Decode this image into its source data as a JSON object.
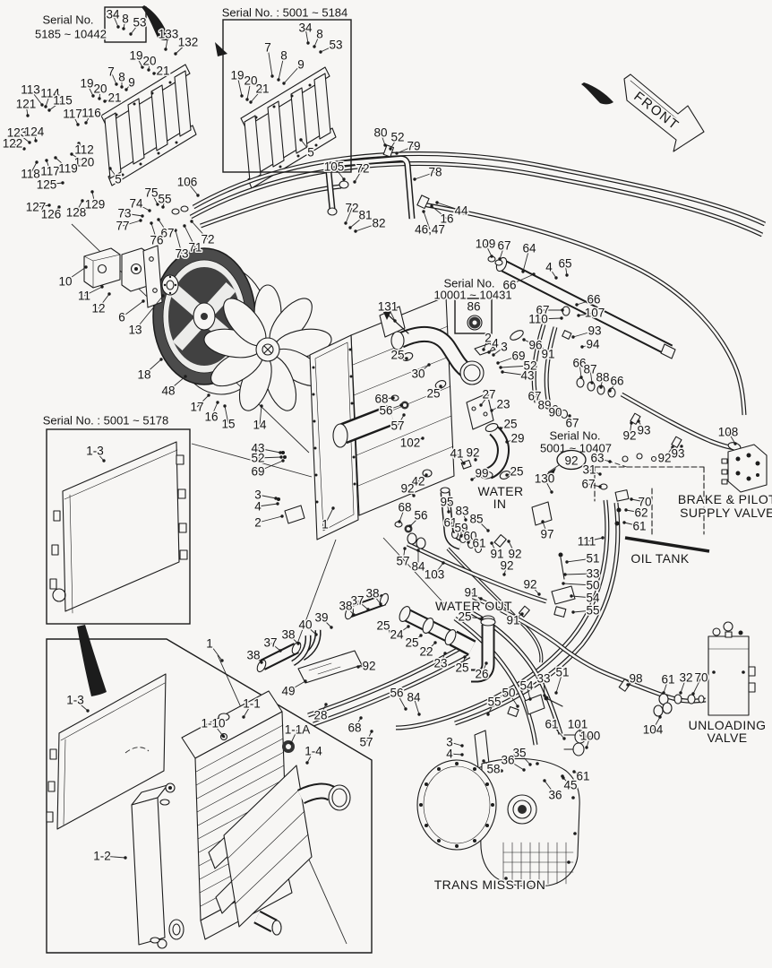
{
  "colors": {
    "paper": "#f7f6f4",
    "ink": "#1c1c1c"
  },
  "legend": "labels entries: [text, x, y, leader_x, leader_y, class, rotation]",
  "labels": [
    [
      "Serial No.",
      76,
      22,
      null,
      null,
      "ser"
    ],
    [
      "5185 ~ 10442",
      79,
      38,
      null,
      null,
      "ser"
    ],
    [
      "34",
      126,
      16,
      132,
      30
    ],
    [
      "8",
      140,
      21,
      138,
      32
    ],
    [
      "53",
      156,
      25,
      146,
      38
    ],
    [
      "133",
      188,
      38,
      185,
      55
    ],
    [
      "132",
      210,
      47,
      196,
      60
    ],
    [
      "19",
      152,
      62,
      159,
      75
    ],
    [
      "20",
      167,
      68,
      166,
      78
    ],
    [
      "21",
      182,
      79,
      172,
      82
    ],
    [
      "7",
      124,
      80,
      130,
      94
    ],
    [
      "8",
      136,
      86,
      136,
      97
    ],
    [
      "9",
      147,
      92,
      141,
      100
    ],
    [
      "19",
      97,
      93,
      104,
      107
    ],
    [
      "20",
      112,
      99,
      111,
      110
    ],
    [
      "21",
      128,
      109,
      117,
      113
    ],
    [
      "113",
      34,
      100,
      47,
      117
    ],
    [
      "114",
      56,
      104,
      51,
      119
    ],
    [
      "115",
      70,
      112,
      55,
      123
    ],
    [
      "121",
      29,
      116,
      31,
      129
    ],
    [
      "117",
      81,
      127,
      87,
      139
    ],
    [
      "116",
      102,
      126,
      96,
      137
    ],
    [
      "123",
      19,
      148,
      33,
      159
    ],
    [
      "124",
      38,
      147,
      40,
      157
    ],
    [
      "122",
      14,
      160,
      27,
      166
    ],
    [
      "112",
      94,
      167,
      88,
      160
    ],
    [
      "120",
      94,
      181,
      80,
      172
    ],
    [
      "118",
      34,
      194,
      41,
      181
    ],
    [
      "117",
      56,
      191,
      52,
      179
    ],
    [
      "119",
      76,
      188,
      62,
      176
    ],
    [
      "125",
      52,
      206,
      70,
      204
    ],
    [
      "127",
      40,
      231,
      55,
      229
    ],
    [
      "126",
      57,
      239,
      66,
      231
    ],
    [
      "128",
      85,
      237,
      92,
      224
    ],
    [
      "129",
      106,
      228,
      103,
      214
    ],
    [
      "5",
      132,
      200,
      123,
      188
    ],
    [
      "Serial No. : 5001 ~ 5184",
      318,
      14,
      null,
      null,
      "ser"
    ],
    [
      "34",
      341,
      31,
      344,
      48
    ],
    [
      "8",
      357,
      38,
      351,
      52
    ],
    [
      "53",
      375,
      50,
      358,
      58
    ],
    [
      "7",
      299,
      53,
      304,
      85
    ],
    [
      "8",
      317,
      62,
      311,
      89
    ],
    [
      "9",
      336,
      72,
      317,
      93
    ],
    [
      "19",
      265,
      84,
      270,
      107
    ],
    [
      "20",
      280,
      90,
      276,
      111
    ],
    [
      "21",
      293,
      99,
      280,
      114
    ],
    [
      "5",
      347,
      170,
      336,
      156
    ],
    [
      "80",
      425,
      148,
      430,
      162
    ],
    [
      "52",
      444,
      153,
      436,
      166
    ],
    [
      "79",
      462,
      163,
      443,
      171
    ],
    [
      "105",
      373,
      186,
      384,
      200
    ],
    [
      "72",
      405,
      188,
      396,
      203
    ],
    [
      "78",
      486,
      192,
      463,
      200
    ],
    [
      "72",
      393,
      232,
      386,
      249
    ],
    [
      "81",
      408,
      240,
      391,
      254
    ],
    [
      "82",
      423,
      249,
      397,
      258
    ],
    [
      "44",
      515,
      235,
      488,
      226
    ],
    [
      "16",
      499,
      244,
      482,
      230
    ],
    [
      "46,47",
      480,
      256,
      473,
      236
    ],
    [
      "106",
      209,
      203,
      221,
      218
    ],
    [
      "75",
      169,
      215,
      176,
      228
    ],
    [
      "55",
      184,
      222,
      182,
      231
    ],
    [
      "74",
      152,
      227,
      167,
      235
    ],
    [
      "73",
      139,
      238,
      159,
      241
    ],
    [
      "77",
      137,
      252,
      157,
      246
    ],
    [
      "67",
      187,
      260,
      177,
      245
    ],
    [
      "76",
      175,
      268,
      169,
      249
    ],
    [
      "73",
      203,
      283,
      196,
      257
    ],
    [
      "71",
      218,
      276,
      206,
      252
    ],
    [
      "72",
      232,
      267,
      214,
      247
    ],
    [
      "10",
      73,
      314,
      96,
      298
    ],
    [
      "11",
      94,
      330,
      114,
      320
    ],
    [
      "12",
      110,
      344,
      122,
      328
    ],
    [
      "6",
      136,
      354,
      160,
      336
    ],
    [
      "13",
      151,
      368,
      182,
      330
    ],
    [
      "18",
      161,
      418,
      180,
      401
    ],
    [
      "48",
      188,
      436,
      207,
      420
    ],
    [
      "17",
      220,
      454,
      233,
      441
    ],
    [
      "16",
      236,
      465,
      243,
      449
    ],
    [
      "15",
      255,
      473,
      251,
      453
    ],
    [
      "14",
      290,
      474,
      292,
      453
    ],
    [
      "109",
      542,
      272,
      549,
      286
    ],
    [
      "67",
      563,
      274,
      558,
      289
    ],
    [
      "64",
      591,
      277,
      584,
      303
    ],
    [
      "4",
      613,
      298,
      621,
      310
    ],
    [
      "65",
      631,
      294,
      633,
      307
    ],
    [
      "66",
      569,
      318,
      596,
      306
    ],
    [
      "Serial No.",
      524,
      316,
      null,
      null,
      "ser"
    ],
    [
      "10001 ~ 10431",
      528,
      329,
      null,
      null,
      "ser"
    ],
    [
      "86",
      529,
      342,
      null,
      null
    ],
    [
      "67",
      606,
      346,
      628,
      346
    ],
    [
      "110",
      601,
      356,
      627,
      355
    ],
    [
      "107",
      664,
      349,
      646,
      352
    ],
    [
      "66",
      663,
      334,
      644,
      340
    ],
    [
      "93",
      664,
      369,
      640,
      376
    ],
    [
      "94",
      662,
      384,
      650,
      387
    ],
    [
      "96",
      598,
      385,
      585,
      379
    ],
    [
      "91",
      612,
      395,
      604,
      386
    ],
    [
      "2",
      545,
      377,
      540,
      390
    ],
    [
      "4",
      553,
      383,
      546,
      393
    ],
    [
      "3",
      563,
      387,
      551,
      396
    ],
    [
      "69",
      579,
      397,
      556,
      405
    ],
    [
      "52",
      592,
      408,
      559,
      410
    ],
    [
      "43",
      589,
      419,
      561,
      415
    ],
    [
      "131",
      433,
      342,
      441,
      358
    ],
    [
      "25",
      444,
      396,
      454,
      400
    ],
    [
      "30",
      467,
      417,
      479,
      407
    ],
    [
      "25",
      484,
      439,
      492,
      431
    ],
    [
      "27",
      546,
      440,
      537,
      452
    ],
    [
      "23",
      562,
      451,
      549,
      458
    ],
    [
      "25",
      570,
      473,
      559,
      478
    ],
    [
      "29",
      578,
      489,
      566,
      493
    ],
    [
      "68",
      426,
      445,
      439,
      444
    ],
    [
      "56",
      431,
      458,
      448,
      452
    ],
    [
      "57",
      444,
      475,
      451,
      463
    ],
    [
      "102",
      458,
      494,
      472,
      489
    ],
    [
      "1",
      363,
      585,
      372,
      567
    ],
    [
      "42",
      467,
      537,
      476,
      530
    ],
    [
      "92",
      455,
      545,
      462,
      553
    ],
    [
      "41",
      510,
      506,
      518,
      517
    ],
    [
      "92",
      528,
      505,
      531,
      513
    ],
    [
      "99",
      538,
      528,
      527,
      535
    ],
    [
      "25",
      577,
      526,
      566,
      530
    ],
    [
      "WATER",
      559,
      548,
      null,
      null,
      "big"
    ],
    [
      "IN",
      558,
      562,
      null,
      null,
      "big"
    ],
    [
      "130",
      608,
      534,
      616,
      549
    ],
    [
      "97",
      611,
      596,
      606,
      582
    ],
    [
      "95",
      499,
      560,
      501,
      571
    ],
    [
      "83",
      516,
      570,
      520,
      580
    ],
    [
      "85",
      532,
      579,
      545,
      592
    ],
    [
      "68",
      452,
      566,
      446,
      582
    ],
    [
      "56",
      470,
      575,
      458,
      587
    ],
    [
      "57",
      450,
      626,
      452,
      612
    ],
    [
      "84",
      467,
      632,
      467,
      614
    ],
    [
      "103",
      485,
      641,
      495,
      628
    ],
    [
      "61",
      503,
      583,
      507,
      593
    ],
    [
      "59",
      515,
      589,
      515,
      598
    ],
    [
      "60",
      525,
      598,
      523,
      605
    ],
    [
      "61",
      535,
      606,
      531,
      610
    ],
    [
      "66",
      647,
      405,
      649,
      421
    ],
    [
      "87",
      659,
      412,
      661,
      427
    ],
    [
      "88",
      673,
      421,
      671,
      432
    ],
    [
      "66",
      689,
      425,
      681,
      436
    ],
    [
      "67",
      597,
      442,
      609,
      450
    ],
    [
      "89",
      608,
      452,
      617,
      456
    ],
    [
      "90",
      620,
      460,
      626,
      462
    ],
    [
      "67",
      639,
      472,
      636,
      464
    ],
    [
      "92",
      703,
      486,
      705,
      472
    ],
    [
      "93",
      719,
      480,
      713,
      470
    ],
    [
      "92",
      742,
      511,
      751,
      499
    ],
    [
      "93",
      757,
      506,
      761,
      498
    ],
    [
      "108",
      813,
      482,
      821,
      495
    ],
    [
      "Serial No.",
      642,
      486,
      null,
      null,
      "ser"
    ],
    [
      "5001 ~ 10407",
      643,
      500,
      null,
      null,
      "ser"
    ],
    [
      "92",
      638,
      514,
      null,
      null,
      "circled"
    ],
    [
      "63",
      667,
      511,
      681,
      515
    ],
    [
      "31",
      658,
      524,
      670,
      529
    ],
    [
      "67",
      657,
      540,
      670,
      543
    ],
    [
      "70",
      720,
      560,
      705,
      557
    ],
    [
      "62",
      716,
      572,
      699,
      569
    ],
    [
      "61",
      714,
      587,
      697,
      583
    ],
    [
      "111",
      655,
      604,
      673,
      600
    ],
    [
      "51",
      662,
      623,
      633,
      627
    ],
    [
      "33",
      662,
      640,
      631,
      641
    ],
    [
      "50",
      662,
      653,
      629,
      651
    ],
    [
      "54",
      662,
      667,
      638,
      665
    ],
    [
      "55",
      662,
      681,
      640,
      683
    ],
    [
      "OIL TANK",
      737,
      623,
      null,
      null,
      "big"
    ],
    [
      "BRAKE & PILOT",
      812,
      557,
      null,
      null,
      "big"
    ],
    [
      "SUPPLY VALVE",
      812,
      572,
      null,
      null,
      "big"
    ],
    [
      "91",
      555,
      618,
      549,
      606
    ],
    [
      "92",
      575,
      618,
      568,
      604
    ],
    [
      "92",
      566,
      631,
      563,
      641
    ],
    [
      "92",
      592,
      652,
      602,
      663
    ],
    [
      "91",
      573,
      692,
      583,
      685
    ],
    [
      "91",
      526,
      661,
      537,
      668
    ],
    [
      "WATER OUT",
      529,
      676,
      null,
      null,
      "big"
    ],
    [
      "25",
      519,
      688,
      538,
      690
    ],
    [
      "25",
      428,
      698,
      436,
      705
    ],
    [
      "24",
      443,
      708,
      456,
      699
    ],
    [
      "25",
      460,
      717,
      470,
      709
    ],
    [
      "22",
      476,
      727,
      486,
      717
    ],
    [
      "23",
      492,
      740,
      497,
      729
    ],
    [
      "25",
      516,
      745,
      519,
      733
    ],
    [
      "26",
      538,
      752,
      543,
      740
    ],
    [
      "38",
      416,
      662,
      425,
      674
    ],
    [
      "37",
      399,
      670,
      411,
      680
    ],
    [
      "38",
      386,
      676,
      395,
      686
    ],
    [
      "39",
      359,
      689,
      370,
      700
    ],
    [
      "40",
      341,
      697,
      353,
      708
    ],
    [
      "38",
      322,
      708,
      333,
      718
    ],
    [
      "37",
      302,
      717,
      313,
      726
    ],
    [
      "38",
      283,
      731,
      292,
      739
    ],
    [
      "49",
      322,
      771,
      341,
      760
    ],
    [
      "92",
      412,
      743,
      400,
      744
    ],
    [
      "28",
      358,
      798,
      364,
      786
    ],
    [
      "68",
      396,
      812,
      403,
      801
    ],
    [
      "57",
      409,
      828,
      415,
      816
    ],
    [
      "56",
      443,
      773,
      453,
      791
    ],
    [
      "84",
      462,
      778,
      468,
      797
    ],
    [
      "55",
      552,
      783,
      545,
      797
    ],
    [
      "3",
      502,
      828,
      516,
      832
    ],
    [
      "4",
      502,
      841,
      516,
      842
    ],
    [
      "58",
      551,
      858,
      540,
      849
    ],
    [
      "35",
      580,
      840,
      592,
      853
    ],
    [
      "36",
      567,
      848,
      585,
      859
    ],
    [
      "61",
      616,
      808,
      630,
      824
    ],
    [
      "101",
      645,
      808,
      649,
      820
    ],
    [
      "100",
      659,
      821,
      655,
      834
    ],
    [
      "61",
      651,
      866,
      641,
      861
    ],
    [
      "45",
      637,
      876,
      629,
      868
    ],
    [
      "36",
      620,
      887,
      608,
      871
    ],
    [
      "50",
      568,
      773,
      578,
      788
    ],
    [
      "54",
      588,
      765,
      592,
      780
    ],
    [
      "33",
      607,
      757,
      608,
      776
    ],
    [
      "51",
      628,
      750,
      621,
      773
    ],
    [
      "98",
      710,
      757,
      701,
      764
    ],
    [
      "61",
      746,
      758,
      741,
      773
    ],
    [
      "32",
      766,
      756,
      760,
      773
    ],
    [
      "70",
      783,
      756,
      774,
      774
    ],
    [
      "104",
      729,
      814,
      737,
      800
    ],
    [
      "UNLOADING",
      812,
      809,
      null,
      null,
      "big"
    ],
    [
      "VALVE",
      812,
      823,
      null,
      null,
      "big"
    ],
    [
      "TRANS MISSTION",
      547,
      987,
      null,
      null,
      "big"
    ],
    [
      "1",
      234,
      718,
      248,
      737
    ],
    [
      "1-3",
      84,
      781,
      98,
      793
    ],
    [
      "1-2",
      114,
      955,
      140,
      957
    ],
    [
      "1-1",
      281,
      785,
      272,
      800
    ],
    [
      "1-10",
      238,
      807,
      249,
      821
    ],
    [
      "1-1A",
      332,
      814,
      325,
      829
    ],
    [
      "1-4",
      350,
      838,
      343,
      851
    ],
    [
      "Serial No. : 5001 ~ 5178",
      118,
      469,
      null,
      null,
      "ser"
    ],
    [
      "1-3",
      106,
      503,
      116,
      514
    ],
    [
      "43",
      288,
      500,
      313,
      505
    ],
    [
      "52",
      288,
      511,
      314,
      510
    ],
    [
      "69",
      288,
      526,
      316,
      514
    ],
    [
      "3",
      288,
      552,
      308,
      556
    ],
    [
      "4",
      288,
      565,
      310,
      562
    ],
    [
      "2",
      288,
      583,
      315,
      576
    ],
    [
      "FRONT",
      733,
      124,
      null,
      null,
      "front",
      38
    ]
  ]
}
